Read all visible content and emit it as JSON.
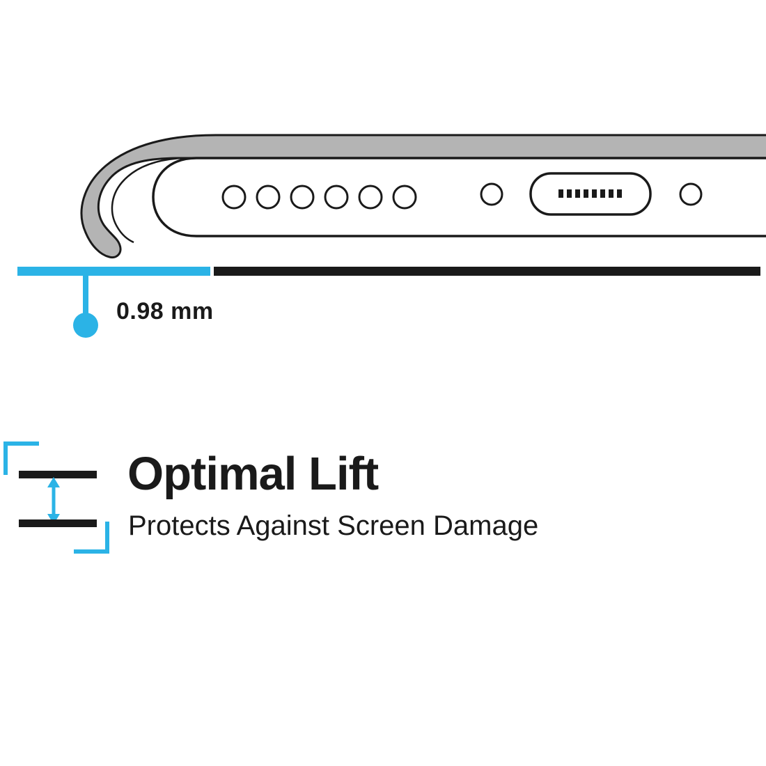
{
  "measurement": {
    "label": "0.98 mm"
  },
  "feature": {
    "title": "Optimal Lift",
    "subtitle": "Protects Against Screen Damage"
  },
  "colors": {
    "accent": "#2bb3e6",
    "ink": "#1a1a1a",
    "case_gray": "#b4b4b4",
    "white": "#ffffff"
  },
  "illustration": {
    "label": "phone bottom edge inside case with raised lip",
    "speaker_hole_count": 6
  }
}
